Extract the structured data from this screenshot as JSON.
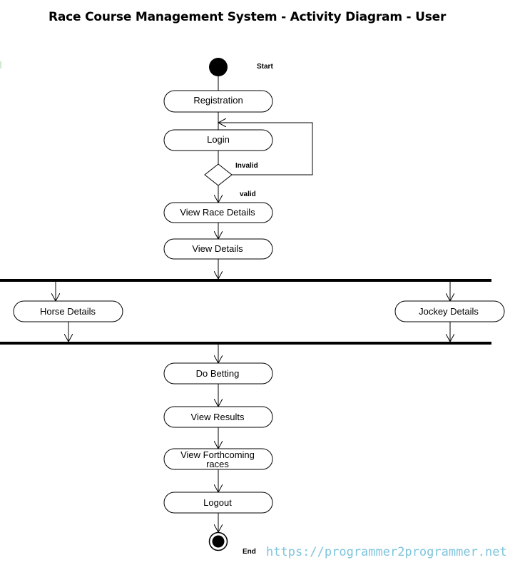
{
  "title": "Race Course Management System - Activity Diagram - User",
  "nodes": {
    "start": "Start",
    "end": "End",
    "registration": "Registration",
    "login": "Login",
    "view_race_details": "View Race Details",
    "view_details": "View Details",
    "horse_details": "Horse Details",
    "jockey_details": "Jockey Details",
    "do_betting": "Do Betting",
    "view_results": "View Results",
    "view_forthcoming_line1": "View Forthcoming",
    "view_forthcoming_line2": "races",
    "logout": "Logout"
  },
  "guards": {
    "invalid": "Invalid",
    "valid": "valid"
  },
  "watermark": "https://programmer2programmer.net",
  "colors": {
    "line": "#000000",
    "watermark": "#7fc4dc"
  }
}
